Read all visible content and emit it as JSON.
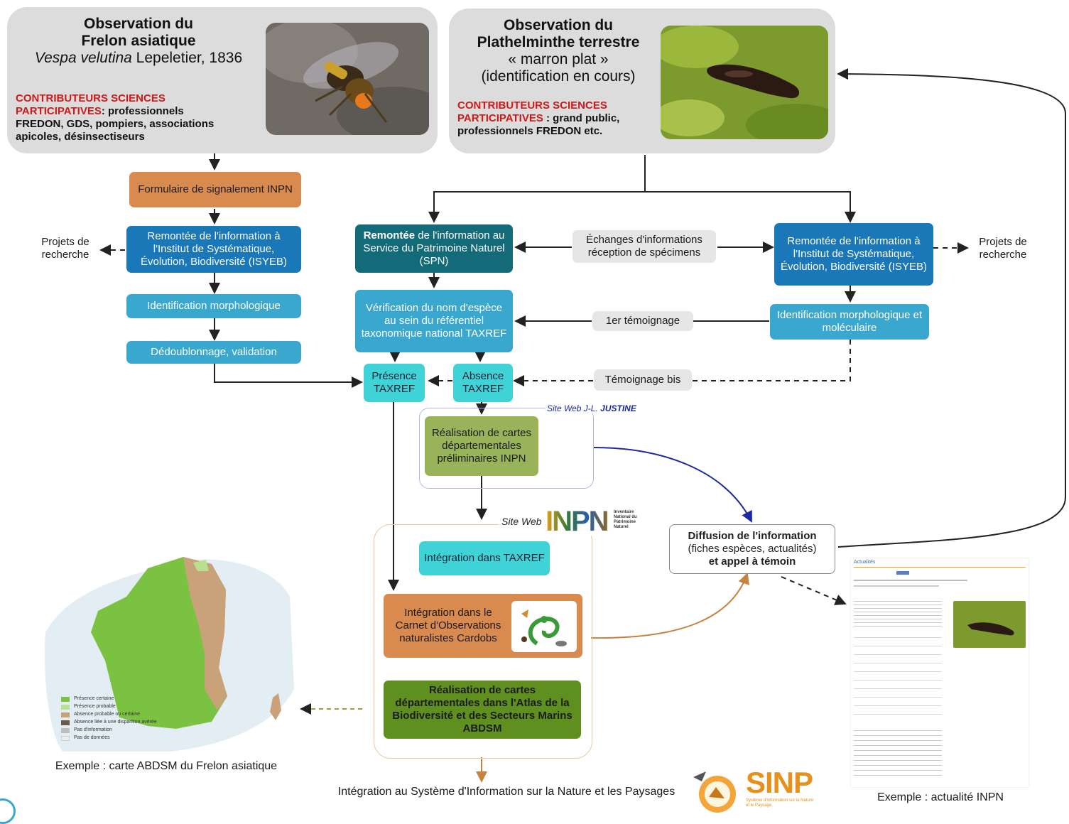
{
  "panel_left": {
    "title_line1": "Observation du",
    "title_line2": "Frelon asiatique",
    "species_italic": "Vespa velutina",
    "species_author": " Lepeletier, 1836",
    "contrib_red1": "CONTRIBUTEURS SCIENCES",
    "contrib_red2": "PARTICIPATIVES",
    "contrib_rest1": ": professionnels",
    "contrib_rest2": "FREDON, GDS, pompiers, associations",
    "contrib_rest3": "apicoles, désinsectiseurs"
  },
  "panel_right": {
    "title_line1": "Observation du",
    "title_line2": "Plathelminthe terrestre",
    "title_line3": "« marron plat »",
    "title_line4": "(identification en cours)",
    "contrib_red1": "CONTRIBUTEURS SCIENCES",
    "contrib_red2": "PARTICIPATIVES",
    "contrib_rest1": " : grand public,",
    "contrib_rest2": "professionnels FREDON etc."
  },
  "nodes": {
    "formulaire": "Formulaire de signalement INPN",
    "remontee_isyeb_left": "Remontée de l'information à l'Institut de Systématique, Évolution, Biodiversité (ISYEB)",
    "identif_morpho_left": "Identification morphologique",
    "dedoublonnage": "Dédoublonnage, validation",
    "remontee_spn_bold": "Remontée",
    "remontee_spn_rest": " de l'information au Service du Patrimoine Naturel (SPN)",
    "echanges": "Échanges d'informations réception de spécimens",
    "remontee_isyeb_right": "Remontée de l'information à l'Institut de Systématique, Évolution, Biodiversité (ISYEB)",
    "verification": "Vérification du nom d'espèce au sein du référentiel taxonomique national TAXREF",
    "temoignage1": "1er témoignage",
    "identif_morpho_right": "Identification morphologique et moléculaire",
    "presence": "Présence TAXREF",
    "absence": "Absence TAXREF",
    "temoignage_bis": "Témoignage bis",
    "site_justine_prefix": "Site Web J-L. ",
    "site_justine_name": "JUSTINE",
    "cartes_prelim": "Réalisation de cartes départementales préliminaires INPN",
    "site_inpn_label": "Site Web",
    "inpn_logo_text": "INPN",
    "inpn_logo_caption": "Inventaire National du Patrimoine Naturel",
    "integration_taxref": "Intégration dans TAXREF",
    "carnet": "Intégration dans le Carnet d'Observations naturalistes Cardobs",
    "diffusion_bold": "Diffusion de l'information",
    "diffusion_mid": "(fiches espèces, actualités)",
    "diffusion_end": "et appel à témoin",
    "cartes_abdsm": "Réalisation de cartes départementales dans l'Atlas de la Biodiversité et des Secteurs Marins ABDSM",
    "projets_left": "Projets de recherche",
    "projets_right": "Projets de recherche",
    "sinp_integration": "Intégration au Système d'Information sur la Nature et les Paysages",
    "sinp_logo": "SINP",
    "sinp_caption": "Système d'information sur la Nature et le Paysage",
    "exemple_map": "Exemple : carte ABDSM du Frelon asiatique",
    "exemple_actu": "Exemple : actualité INPN"
  },
  "legend": [
    {
      "label": "Présence certaine",
      "color": "#7cc242"
    },
    {
      "label": "Présence probable",
      "color": "#b8e08f"
    },
    {
      "label": "Absence probable ou certaine",
      "color": "#c9a27a"
    },
    {
      "label": "Absence liée à une disparition avérée",
      "color": "#6b5a4a"
    },
    {
      "label": "Pas d'information",
      "color": "#bdbdbd"
    },
    {
      "label": "Pas de données",
      "color": "#efefef"
    }
  ],
  "actu_thumb": {
    "header": "Actualités"
  },
  "colors": {
    "red_text": "#d01818",
    "blue_dark": "#1a78b8",
    "teal_dark": "#136a78",
    "cyan": "#3fd3d8",
    "orange": "#d98a4e",
    "olive": "#98b35a",
    "green_dark": "#5f8f1e"
  }
}
